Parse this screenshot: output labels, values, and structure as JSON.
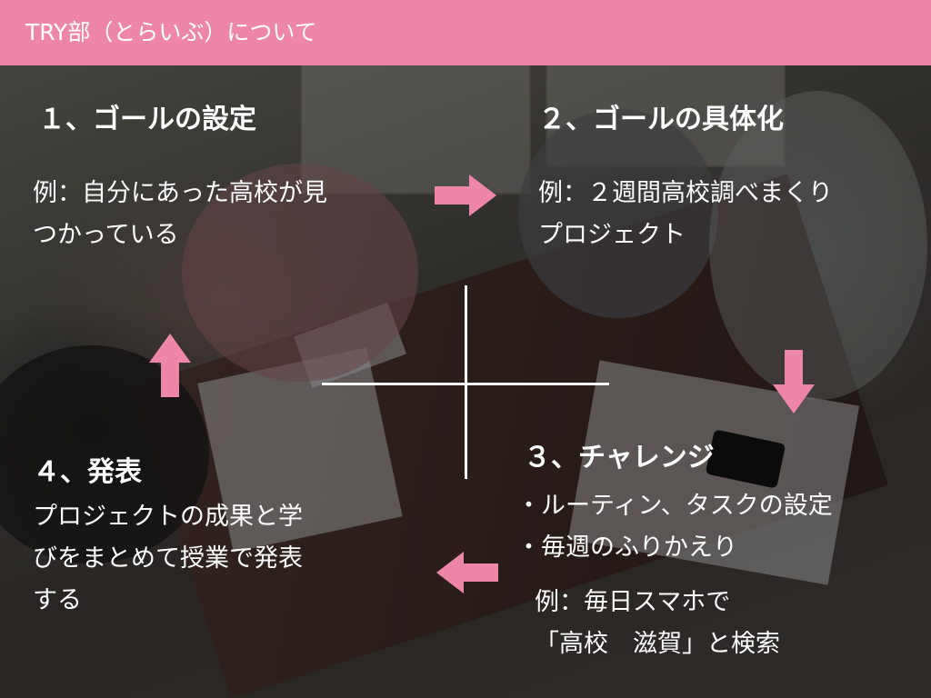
{
  "header": {
    "title": "TRY部（とらいぶ）について"
  },
  "step1": {
    "heading": "１、ゴールの設定",
    "lines": [
      "例：自分にあった高校が見",
      "つかっている"
    ]
  },
  "step2": {
    "heading": "２、ゴールの具体化",
    "lines": [
      "例：２週間高校調べまくり",
      "プロジェクト"
    ]
  },
  "step3": {
    "heading": "３、チャレンジ",
    "lines": [
      "・ルーティン、タスクの設定",
      "・毎週のふりかえり",
      "例：毎日スマホで",
      "「高校　滋賀」と検索"
    ]
  },
  "step4": {
    "heading": "４、発表",
    "lines": [
      "プロジェクトの成果と学",
      "びをまとめて授業で発表",
      "する"
    ]
  },
  "colors": {
    "accent": "#ee86a8",
    "text": "#ffffff"
  },
  "icons": [
    "arrow-right-icon",
    "arrow-down-icon",
    "arrow-left-icon",
    "arrow-up-icon"
  ]
}
